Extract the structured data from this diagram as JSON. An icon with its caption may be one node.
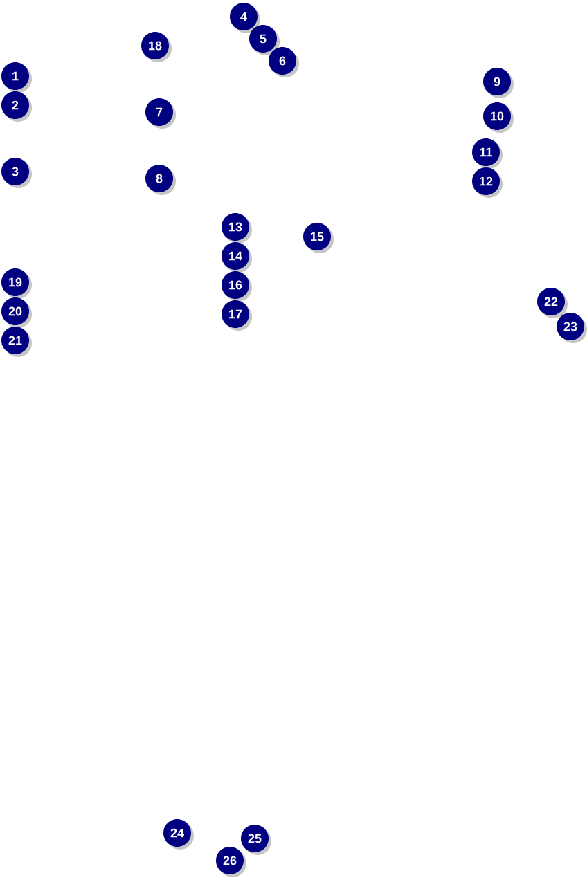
{
  "diagram": {
    "labels": [
      "1",
      "2",
      "3",
      "4",
      "5",
      "6",
      "7",
      "8",
      "9",
      "10",
      "11",
      "12",
      "13",
      "14",
      "15",
      "16",
      "17",
      "18",
      "19",
      "20",
      "21",
      "22",
      "23",
      "24",
      "25",
      "26"
    ]
  }
}
